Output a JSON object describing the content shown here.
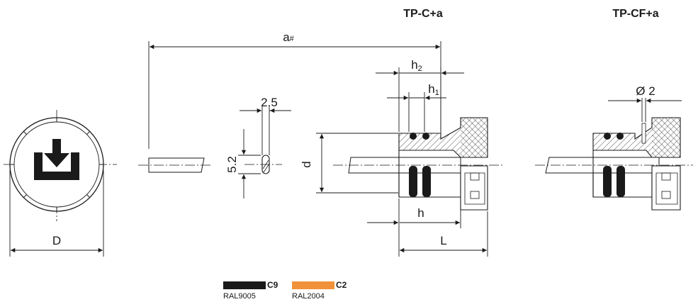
{
  "views": {
    "standard_title": "TP-C+a",
    "fine_title": "TP-CF+a"
  },
  "dimensions": {
    "a_main": "a",
    "a_mark": "#",
    "thickness": "2.5",
    "height": "5.2",
    "d": "d",
    "D": "D",
    "h": "h",
    "h1_main": "h",
    "h1_sub": "1",
    "h2_main": "h",
    "h2_sub": "2",
    "L": "L",
    "bore": "Ø 2"
  },
  "legend": [
    {
      "code": "C9",
      "ral": "RAL9005",
      "color": "#1a1a1a"
    },
    {
      "code": "C2",
      "ral": "RAL2004",
      "color": "#f0923a"
    }
  ],
  "icons": {
    "cap_symbol": "box-with-down-arrow-icon"
  }
}
